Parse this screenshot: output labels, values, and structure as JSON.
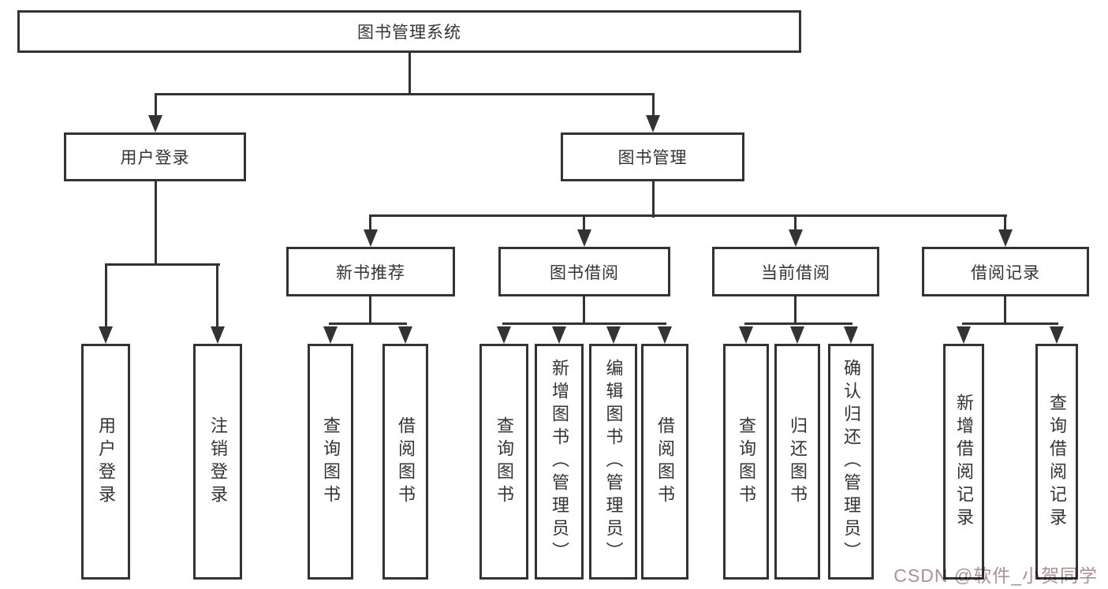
{
  "diagram": {
    "root": {
      "label": "图书管理系统"
    },
    "branches": [
      {
        "label": "用户登录",
        "children": [
          {
            "label": "用户登录"
          },
          {
            "label": "注销登录"
          }
        ]
      },
      {
        "label": "图书管理",
        "children": [
          {
            "label": "新书推荐",
            "children": [
              {
                "label": "查询图书"
              },
              {
                "label": "借阅图书"
              }
            ]
          },
          {
            "label": "图书借阅",
            "children": [
              {
                "label": "查询图书"
              },
              {
                "label": "新增图书（管理员）"
              },
              {
                "label": "编辑图书（管理员）"
              },
              {
                "label": "借阅图书"
              }
            ]
          },
          {
            "label": "当前借阅",
            "children": [
              {
                "label": "查询图书"
              },
              {
                "label": "归还图书"
              },
              {
                "label": "确认归还（管理员）"
              }
            ]
          },
          {
            "label": "借阅记录",
            "children": [
              {
                "label": "新增借阅记录"
              },
              {
                "label": "查询借阅记录"
              }
            ]
          }
        ]
      }
    ]
  },
  "watermark": {
    "text": "CSDN @软件_小贺同学",
    "color": "#ab9191"
  },
  "colors": {
    "line": "#333333",
    "box_border": "#333333",
    "text": "#333333",
    "background": "#ffffff"
  }
}
